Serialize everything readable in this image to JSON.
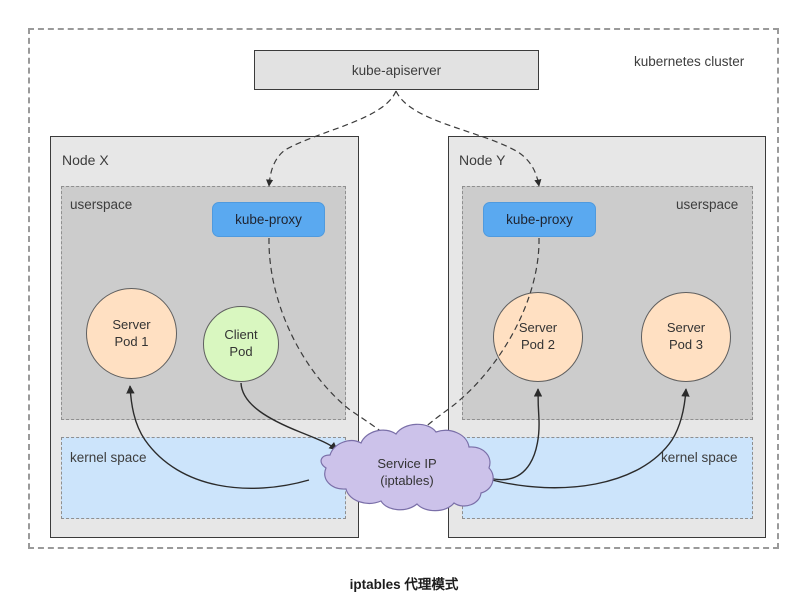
{
  "diagram": {
    "caption": "iptables 代理模式",
    "cluster_label": "kubernetes cluster",
    "colors": {
      "node_fill": "#e7e7e7",
      "userspace_fill": "#cccccc",
      "kernel_fill": "#cce4fb",
      "proxy_fill": "#5aa9f0",
      "server_pod_fill": "#ffe0c2",
      "client_pod_fill": "#d9f7c0",
      "cloud_fill": "#ccc2ea",
      "cloud_stroke": "#7a6fa8",
      "line_stroke": "#3b3b3b"
    },
    "apiserver": {
      "label": "kube-apiserver"
    },
    "nodes": [
      {
        "title": "Node X",
        "userspace_label": "userspace",
        "kernel_label": "kernel space",
        "proxy_label": "kube-proxy",
        "pods": [
          {
            "line1": "Server",
            "line2": "Pod 1",
            "kind": "server"
          },
          {
            "line1": "Client",
            "line2": "Pod",
            "kind": "client"
          }
        ]
      },
      {
        "title": "Node Y",
        "userspace_label": "userspace",
        "kernel_label": "kernel space",
        "proxy_label": "kube-proxy",
        "pods": [
          {
            "line1": "Server",
            "line2": "Pod 2",
            "kind": "server"
          },
          {
            "line1": "Server",
            "line2": "Pod 3",
            "kind": "server"
          }
        ]
      }
    ],
    "service": {
      "line1": "Service IP",
      "line2": "(iptables)"
    }
  }
}
